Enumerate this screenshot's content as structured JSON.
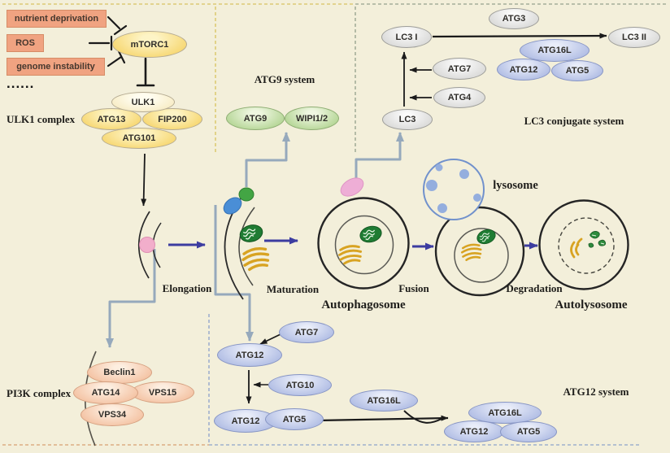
{
  "colors": {
    "background": "#f3efda",
    "stimulus_box": "#f0a381",
    "ulk1_nodes": "#f6d365",
    "atg9_nodes": "#abd089",
    "lc3_nodes": "#d3d3d1",
    "conjugate_nodes": "#a6b4e0",
    "pi3k_nodes": "#f2ba97",
    "stage_arrow": "#3c3ca0",
    "connector": "#96a9bc",
    "lysosome_outline": "#7191cc"
  },
  "stimuli": {
    "nutrient": "nutrient deprivation",
    "ros": "ROS",
    "genome": "genome instability",
    "more_dots": "......"
  },
  "ulk1_complex": {
    "title": "ULK1 complex",
    "mtorc1": "mTORC1",
    "ulk1": "ULK1",
    "atg13": "ATG13",
    "fip200": "FIP200",
    "atg101": "ATG101"
  },
  "atg9_system": {
    "title": "ATG9 system",
    "atg9": "ATG9",
    "wipi": "WIPI1/2"
  },
  "lc3_system": {
    "title": "LC3 conjugate system",
    "lc3": "LC3",
    "lc3_i": "LC3 I",
    "lc3_ii": "LC3 II",
    "atg3": "ATG3",
    "atg7": "ATG7",
    "atg4": "ATG4",
    "atg16l": "ATG16L",
    "atg12": "ATG12",
    "atg5": "ATG5"
  },
  "pi3k_complex": {
    "title": "PI3K complex",
    "beclin1": "Beclin1",
    "atg14": "ATG14",
    "vps15": "VPS15",
    "vps34": "VPS34"
  },
  "atg12_system": {
    "title": "ATG12 system",
    "atg7": "ATG7",
    "atg12": "ATG12",
    "atg10": "ATG10",
    "atg12_b": "ATG12",
    "atg5": "ATG5",
    "atg16l_free": "ATG16L",
    "cluster_atg16l": "ATG16L",
    "cluster_atg12": "ATG12",
    "cluster_atg5": "ATG5"
  },
  "stages": {
    "elongation": "Elongation",
    "maturation": "Maturation",
    "fusion": "Fusion",
    "degradation": "Degradation",
    "autophagosome": "Autophagosome",
    "autolysosome": "Autolysosome",
    "lysosome": "lysosome"
  }
}
